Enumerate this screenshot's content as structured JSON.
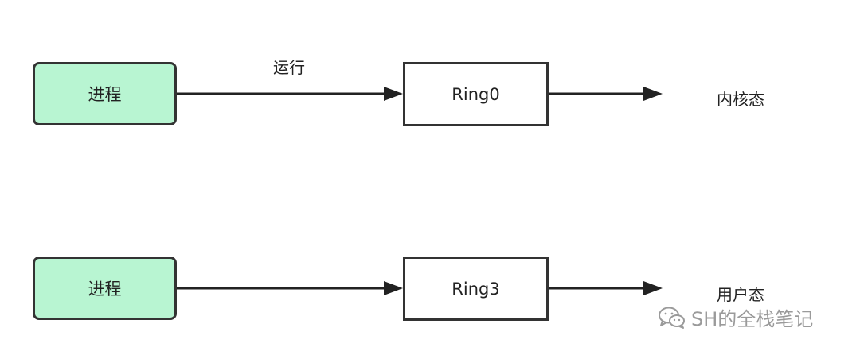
{
  "diagram": {
    "top_row": {
      "process_label": "进程",
      "edge_label": "运行",
      "ring_label": "Ring0",
      "state_label": "内核态"
    },
    "bottom_row": {
      "process_label": "进程",
      "ring_label": "Ring3",
      "state_label": "用户态"
    }
  },
  "watermark": {
    "text": "SH的全栈笔记",
    "icon": "wechat-icon"
  },
  "colors": {
    "process_fill": "#b8f5d2",
    "stroke": "#333333",
    "watermark": "#9a9a9a"
  }
}
